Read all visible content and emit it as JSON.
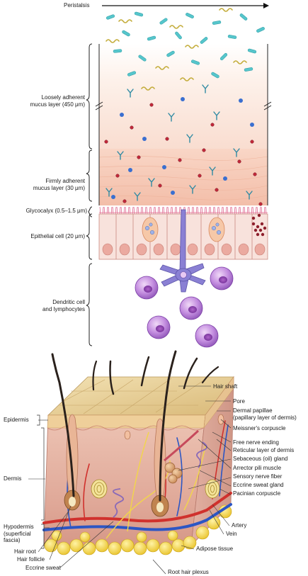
{
  "top_figure": {
    "peristalsis": "Peristalsis",
    "loose_mucus": [
      "Loosely adherent",
      "mucus layer (450 μm)"
    ],
    "firm_mucus": [
      "Firmly adherent",
      "mucus layer (30 μm)"
    ],
    "glycocalyx": "Glycocalyx (0.5–1.5 μm)",
    "epithelial": "Epithelial cell (20 μm)",
    "dendritic": [
      "Dendritic cell",
      "and lymphocytes"
    ]
  },
  "bottom_figure": {
    "left_labels": {
      "epidermis": "Epidermis",
      "dermis": "Dermis",
      "hypodermis": [
        "Hypodermis",
        "(superficial",
        "fascia)"
      ],
      "hair_root": "Hair root",
      "hair_follicle": "Hair follicle",
      "eccrine_sweat": "Eccrine sweat"
    },
    "right_labels": {
      "hair_shaft": "Hair shaft",
      "pore": "Pore",
      "dermal_papillae": [
        "Dermal papillae",
        "(papillary layer of dermis)"
      ],
      "meissner": "Meissner's corpuscle",
      "free_nerve": "Free nerve ending",
      "reticular": "Reticular layer of dermis",
      "sebaceous": "Sebaceous (oil) gland",
      "arrector": "Arrector pili muscle",
      "sensory_nerve": "Sensory nerve fiber",
      "eccrine_gland": "Eccrine sweat gland",
      "pacinian": "Pacinian corpuscle",
      "artery": "Artery",
      "vein": "Vein",
      "adipose": "Adipose tissue",
      "root_hair_plexus": "Root hair plexus"
    }
  },
  "colors": {
    "mucus_top": "#fbeee6",
    "mucus_firm": "#f5c8b4",
    "epithelium": "#f7dcd6",
    "nucleus": "#e8a59a",
    "bacteria_rod": "#4fc3c9",
    "bacteria_spiral": "#c9b24a",
    "antibody": "#2d8aa0",
    "lymphocyte": "#b67cd6",
    "dendritic": "#8d7fd2",
    "skin_surface": "#e2c78c",
    "dermis": "#e8b7a7",
    "adipose": "#f4d83f",
    "artery": "#d0312d",
    "vein": "#2c56c4"
  }
}
